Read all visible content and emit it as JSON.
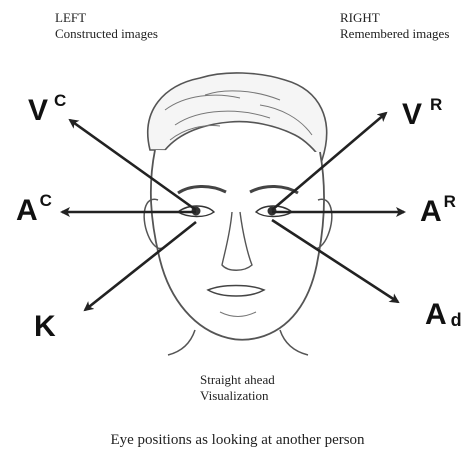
{
  "left": {
    "title": "LEFT",
    "subtitle": "Constructed images"
  },
  "right": {
    "title": "RIGHT",
    "subtitle": "Remembered images"
  },
  "labels": {
    "vc": {
      "main": "V",
      "mark": "C"
    },
    "ac": {
      "main": "A",
      "mark": "C"
    },
    "k": {
      "main": "K"
    },
    "vr": {
      "main": "V",
      "mark": "R"
    },
    "ar": {
      "main": "A",
      "mark": "R"
    },
    "ad": {
      "main": "A",
      "mark": "d"
    }
  },
  "center": {
    "line1": "Straight ahead",
    "line2": "Visualization"
  },
  "caption": "Eye positions as looking at another person"
}
